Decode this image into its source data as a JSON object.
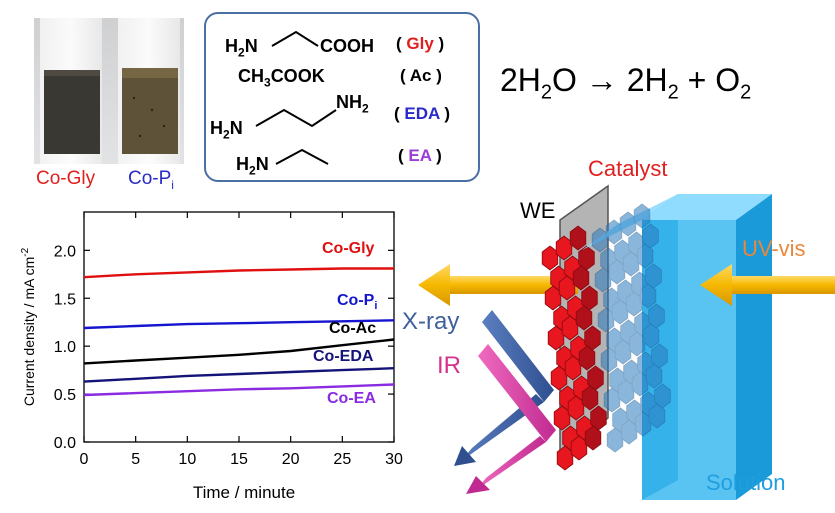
{
  "photo": {
    "labels": [
      {
        "text": "Co-Gly",
        "color": "#e0201e"
      },
      {
        "text": "Co-P",
        "sub": "i",
        "color": "#2a2ac8"
      }
    ]
  },
  "ligands": {
    "box_border": "#4a6fa5",
    "items": [
      {
        "formula": "H2N–CH2–COOH",
        "left": "H",
        "left_sub": "2",
        "left_tail": "N",
        "right": "COOH",
        "tag": "Gly",
        "tag_color": "#e0201e"
      },
      {
        "formula": "CH",
        "formula_sub": "3",
        "formula_tail": "COOK",
        "tag": "Ac",
        "tag_color": "#111111"
      },
      {
        "left": "H",
        "left_sub": "2",
        "left_tail": "N",
        "right": "NH",
        "right_sub": "2",
        "tag": "EDA",
        "tag_color": "#2a2ac8"
      },
      {
        "left": "H",
        "left_sub": "2",
        "left_tail": "N",
        "tag": "EA",
        "tag_color": "#9a3fd6"
      }
    ],
    "paren_open": "(",
    "paren_close": ")"
  },
  "reaction": {
    "parts": [
      "2H",
      "2",
      "O → 2H",
      "2",
      " + O",
      "2"
    ]
  },
  "chart_data": {
    "type": "line",
    "xlabel": "Time / minute",
    "ylabel": "Current density / mA cm",
    "ylabel_sup": "-2",
    "xlim": [
      0,
      30
    ],
    "ylim": [
      0,
      2.4
    ],
    "xticks": [
      0,
      5,
      10,
      15,
      20,
      25,
      30
    ],
    "yticks": [
      0.0,
      0.5,
      1.0,
      1.5,
      2.0
    ],
    "series": [
      {
        "name": "Co-Gly",
        "color": "#e01010",
        "x": [
          0,
          5,
          10,
          15,
          20,
          25,
          30
        ],
        "y": [
          1.72,
          1.75,
          1.77,
          1.79,
          1.8,
          1.81,
          1.81
        ]
      },
      {
        "name": "Co-Pi",
        "color": "#1515d0",
        "x": [
          0,
          5,
          10,
          15,
          20,
          25,
          30
        ],
        "y": [
          1.19,
          1.21,
          1.23,
          1.24,
          1.25,
          1.26,
          1.27
        ]
      },
      {
        "name": "Co-Ac",
        "color": "#000000",
        "x": [
          0,
          5,
          10,
          15,
          20,
          25,
          30
        ],
        "y": [
          0.82,
          0.85,
          0.88,
          0.91,
          0.95,
          1.01,
          1.07
        ]
      },
      {
        "name": "Co-EDA",
        "color": "#141478",
        "x": [
          0,
          5,
          10,
          15,
          20,
          25,
          30
        ],
        "y": [
          0.63,
          0.66,
          0.69,
          0.71,
          0.73,
          0.75,
          0.77
        ]
      },
      {
        "name": "Co-EA",
        "color": "#8a2be2",
        "x": [
          0,
          5,
          10,
          15,
          20,
          25,
          30
        ],
        "y": [
          0.49,
          0.51,
          0.53,
          0.55,
          0.56,
          0.58,
          0.6
        ]
      }
    ],
    "series_labels": [
      {
        "text": "Co-Gly",
        "color": "#e01010"
      },
      {
        "text": "Co-P",
        "sub": "i",
        "color": "#1515d0"
      },
      {
        "text": "Co-Ac",
        "color": "#000000"
      },
      {
        "text": "Co-EDA",
        "color": "#141478"
      },
      {
        "text": "Co-EA",
        "color": "#8a2be2"
      }
    ]
  },
  "setup": {
    "we_label": "WE",
    "catalyst_label": "Catalyst",
    "catalyst_color": "#e0201e",
    "uvvis_label": "UV-vis",
    "uvvis_color": "#e8883a",
    "xray_label": "X-ray",
    "xray_color": "#3f5f9a",
    "ir_label": "IR",
    "ir_color": "#d6338a",
    "solution_label": "Solution",
    "solution_color": "#1f9fe0"
  }
}
